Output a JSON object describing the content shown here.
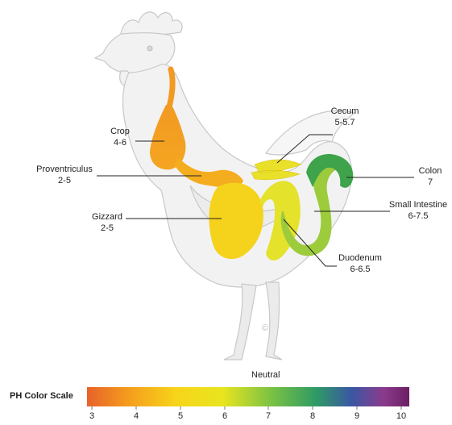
{
  "labels": {
    "crop": {
      "name": "Crop",
      "ph": "4-6"
    },
    "proventriculus": {
      "name": "Proventriculus",
      "ph": "2-5"
    },
    "gizzard": {
      "name": "Gizzard",
      "ph": "2-5"
    },
    "cecum": {
      "name": "Cecum",
      "ph": "5-5.7"
    },
    "colon": {
      "name": "Colon",
      "ph": "7"
    },
    "small_intestine": {
      "name": "Small Intestine",
      "ph": "6-7.5"
    },
    "duodenum": {
      "name": "Duodenum",
      "ph": "6-6.5"
    }
  },
  "scale": {
    "title": "PH Color Scale",
    "neutral_label": "Neutral",
    "ticks": [
      "3",
      "4",
      "5",
      "6",
      "7",
      "8",
      "9",
      "10"
    ],
    "colors": [
      "#e8622a",
      "#f5a21c",
      "#f7d51a",
      "#e9e51f",
      "#7cc243",
      "#2e9b64",
      "#3a57a3",
      "#8b3b8c",
      "#6b1f63"
    ]
  },
  "copyright_symbol": "©",
  "organ_colors": {
    "crop": "#f39a1d",
    "proventriculus": "#f3a51d",
    "gizzard": "#f5d21c",
    "duodenum": "#e1e22a",
    "small_intestine": "#a5cf3a",
    "cecum": "#e8df2a",
    "colon": "#3ea34a"
  }
}
